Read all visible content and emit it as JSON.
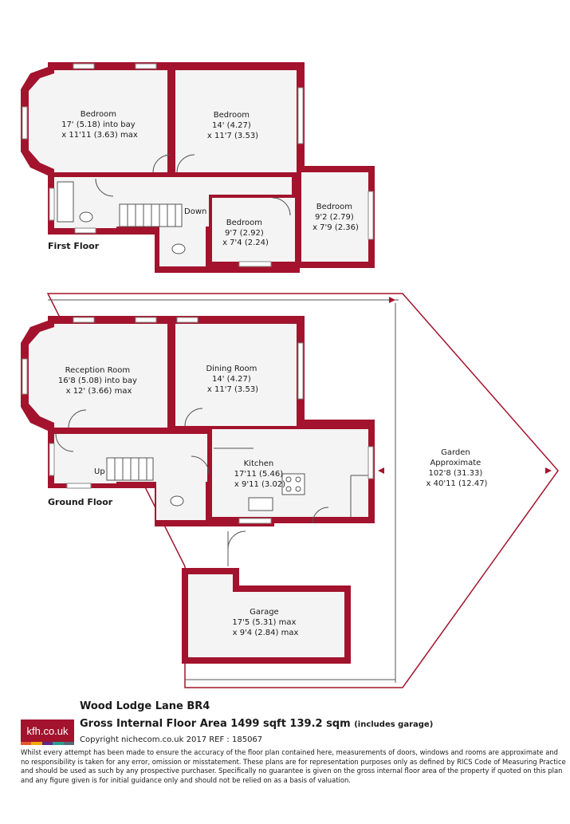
{
  "floors": {
    "first": "First Floor",
    "ground": "Ground Floor"
  },
  "rooms": {
    "bed1": [
      "Bedroom",
      "17' (5.18) into bay",
      "x 11'11 (3.63) max"
    ],
    "bed2": [
      "Bedroom",
      "14' (4.27)",
      "x 11'7 (3.53)"
    ],
    "bed3": [
      "Bedroom",
      "9'2 (2.79)",
      "x 7'9 (2.36)"
    ],
    "bed4": [
      "Bedroom",
      "9'7 (2.92)",
      "x 7'4 (2.24)"
    ],
    "reception": [
      "Reception Room",
      "16'8 (5.08) into bay",
      "x 12' (3.66) max"
    ],
    "dining": [
      "Dining Room",
      "14' (4.27)",
      "x 11'7 (3.53)"
    ],
    "kitchen": [
      "Kitchen",
      "17'11 (5.46)",
      "x 9'11 (3.02)"
    ],
    "garage": [
      "Garage",
      "17'5 (5.31) max",
      "x 9'4 (2.84) max"
    ],
    "garden": [
      "Garden",
      "Approximate",
      "102'8 (31.33)",
      "x 40'11 (12.47)"
    ]
  },
  "stairs": {
    "down": "Down",
    "up": "Up"
  },
  "footer": {
    "logo": "kfh.co.uk",
    "logo_colors": [
      "#e4572e",
      "#f2a900",
      "#5b2a86",
      "#2a9d8f",
      "#4f6d7a"
    ],
    "address": "Wood Lodge Lane  BR4",
    "area_main": "Gross Internal Floor Area 1499 sqft 139.2 sqm",
    "area_note": "(includes garage)",
    "copyright": "Copyright nichecom.co.uk 2017 REF : 185067",
    "disclaimer": "Whilst every attempt has been made to ensure the accuracy of the floor plan contained here, measurements of doors, windows and rooms are approximate and no responsibility is taken for any error, omission or misstatement.  These plans are for representation purposes only as defined by RICS Code of Measuring Practice and should be used as such by any prospective purchaser.  Specifically no guarantee is given on the gross internal floor area of the property if quoted on this plan and any figure given is for initial guidance only and should not be relied on as a basis of valuation."
  },
  "colors": {
    "wall": "#a3132d",
    "room_fill": "#f4f4f4"
  }
}
